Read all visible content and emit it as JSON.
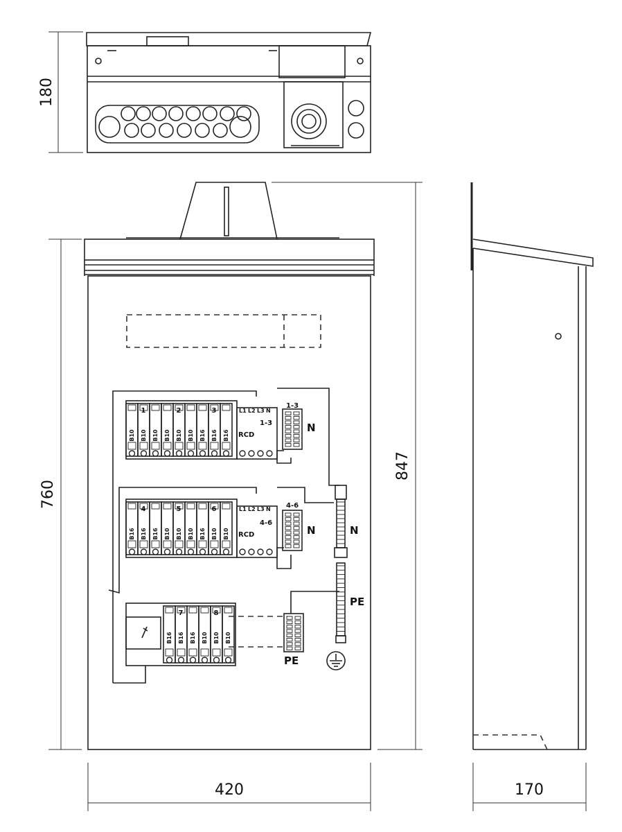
{
  "dimensions": {
    "top_height": "180",
    "front_height": "760",
    "total_height": "847",
    "width": "420",
    "depth": "170"
  },
  "labels": {
    "n1": "N",
    "n2": "N",
    "n_bus": "N",
    "pe_bus": "PE",
    "pe_terminal": "PE",
    "rcd1": "RCD",
    "rcd2": "RCD",
    "group1": "1-3",
    "group1_sub": "1-3",
    "group2": "4-6",
    "group2_sub": "4-6",
    "phases": [
      "L1",
      "L2",
      "L3",
      "N"
    ]
  },
  "rows": [
    {
      "circuits": [
        "1",
        "2",
        "3"
      ],
      "ratings": [
        "B10",
        "B10",
        "B10",
        "B10",
        "B10",
        "B10",
        "B16",
        "B16",
        "B16"
      ]
    },
    {
      "circuits": [
        "4",
        "5",
        "6"
      ],
      "ratings": [
        "B16",
        "B16",
        "B16",
        "B10",
        "B10",
        "B10",
        "B16",
        "B10",
        "B10"
      ]
    },
    {
      "circuits": [
        "7",
        "8"
      ],
      "ratings": [
        "B16",
        "B16",
        "B16",
        "B10",
        "B10",
        "B10"
      ]
    }
  ]
}
